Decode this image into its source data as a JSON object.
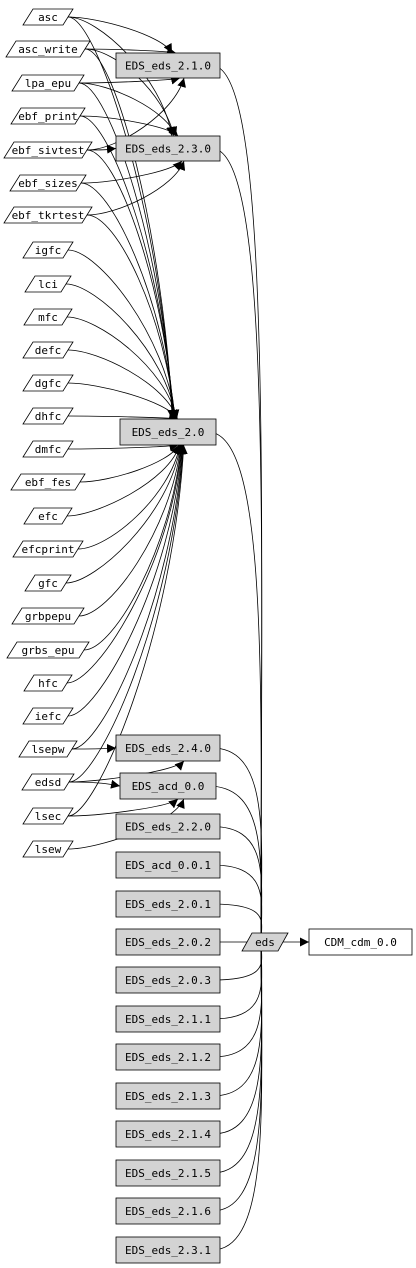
{
  "diagram": {
    "colors": {
      "box_fill": "#d3d3d3",
      "white_fill": "#ffffff",
      "stroke": "#000000"
    },
    "nodes": [
      {
        "id": "asc",
        "label": "asc",
        "shape": "parallelogram",
        "fill": "white"
      },
      {
        "id": "asc_write",
        "label": "asc_write",
        "shape": "parallelogram",
        "fill": "white"
      },
      {
        "id": "lpa_epu",
        "label": "lpa_epu",
        "shape": "parallelogram",
        "fill": "white"
      },
      {
        "id": "ebf_print",
        "label": "ebf_print",
        "shape": "parallelogram",
        "fill": "white"
      },
      {
        "id": "ebf_sivtest",
        "label": "ebf_sivtest",
        "shape": "parallelogram",
        "fill": "white"
      },
      {
        "id": "ebf_sizes",
        "label": "ebf_sizes",
        "shape": "parallelogram",
        "fill": "white"
      },
      {
        "id": "ebf_tkrtest",
        "label": "ebf_tkrtest",
        "shape": "parallelogram",
        "fill": "white"
      },
      {
        "id": "igfc",
        "label": "igfc",
        "shape": "parallelogram",
        "fill": "white"
      },
      {
        "id": "lci",
        "label": "lci",
        "shape": "parallelogram",
        "fill": "white"
      },
      {
        "id": "mfc",
        "label": "mfc",
        "shape": "parallelogram",
        "fill": "white"
      },
      {
        "id": "defc",
        "label": "defc",
        "shape": "parallelogram",
        "fill": "white"
      },
      {
        "id": "dgfc",
        "label": "dgfc",
        "shape": "parallelogram",
        "fill": "white"
      },
      {
        "id": "dhfc",
        "label": "dhfc",
        "shape": "parallelogram",
        "fill": "white"
      },
      {
        "id": "dmfc",
        "label": "dmfc",
        "shape": "parallelogram",
        "fill": "white"
      },
      {
        "id": "ebf_fes",
        "label": "ebf_fes",
        "shape": "parallelogram",
        "fill": "white"
      },
      {
        "id": "efc",
        "label": "efc",
        "shape": "parallelogram",
        "fill": "white"
      },
      {
        "id": "efcprint",
        "label": "efcprint",
        "shape": "parallelogram",
        "fill": "white"
      },
      {
        "id": "gfc",
        "label": "gfc",
        "shape": "parallelogram",
        "fill": "white"
      },
      {
        "id": "grbpepu",
        "label": "grbpepu",
        "shape": "parallelogram",
        "fill": "white"
      },
      {
        "id": "grbs_epu",
        "label": "grbs_epu",
        "shape": "parallelogram",
        "fill": "white"
      },
      {
        "id": "hfc",
        "label": "hfc",
        "shape": "parallelogram",
        "fill": "white"
      },
      {
        "id": "iefc",
        "label": "iefc",
        "shape": "parallelogram",
        "fill": "white"
      },
      {
        "id": "lsepw",
        "label": "lsepw",
        "shape": "parallelogram",
        "fill": "white"
      },
      {
        "id": "edsd",
        "label": "edsd",
        "shape": "parallelogram",
        "fill": "white"
      },
      {
        "id": "lsec",
        "label": "lsec",
        "shape": "parallelogram",
        "fill": "white"
      },
      {
        "id": "lsew",
        "label": "lsew",
        "shape": "parallelogram",
        "fill": "white"
      },
      {
        "id": "EDS_eds_2_1_0",
        "label": "EDS_eds_2.1.0",
        "shape": "box",
        "fill": "gray"
      },
      {
        "id": "EDS_eds_2_3_0",
        "label": "EDS_eds_2.3.0",
        "shape": "box",
        "fill": "gray"
      },
      {
        "id": "EDS_eds_2_0",
        "label": "EDS_eds_2.0",
        "shape": "box",
        "fill": "gray"
      },
      {
        "id": "EDS_eds_2_4_0",
        "label": "EDS_eds_2.4.0",
        "shape": "box",
        "fill": "gray"
      },
      {
        "id": "EDS_acd_0_0",
        "label": "EDS_acd_0.0",
        "shape": "box",
        "fill": "gray"
      },
      {
        "id": "EDS_eds_2_2_0",
        "label": "EDS_eds_2.2.0",
        "shape": "box",
        "fill": "gray"
      },
      {
        "id": "EDS_acd_0_0_1",
        "label": "EDS_acd_0.0.1",
        "shape": "box",
        "fill": "gray"
      },
      {
        "id": "EDS_eds_2_0_1",
        "label": "EDS_eds_2.0.1",
        "shape": "box",
        "fill": "gray"
      },
      {
        "id": "EDS_eds_2_0_2",
        "label": "EDS_eds_2.0.2",
        "shape": "box",
        "fill": "gray"
      },
      {
        "id": "EDS_eds_2_0_3",
        "label": "EDS_eds_2.0.3",
        "shape": "box",
        "fill": "gray"
      },
      {
        "id": "EDS_eds_2_1_1",
        "label": "EDS_eds_2.1.1",
        "shape": "box",
        "fill": "gray"
      },
      {
        "id": "EDS_eds_2_1_2",
        "label": "EDS_eds_2.1.2",
        "shape": "box",
        "fill": "gray"
      },
      {
        "id": "EDS_eds_2_1_3",
        "label": "EDS_eds_2.1.3",
        "shape": "box",
        "fill": "gray"
      },
      {
        "id": "EDS_eds_2_1_4",
        "label": "EDS_eds_2.1.4",
        "shape": "box",
        "fill": "gray"
      },
      {
        "id": "EDS_eds_2_1_5",
        "label": "EDS_eds_2.1.5",
        "shape": "box",
        "fill": "gray"
      },
      {
        "id": "EDS_eds_2_1_6",
        "label": "EDS_eds_2.1.6",
        "shape": "box",
        "fill": "gray"
      },
      {
        "id": "EDS_eds_2_3_1",
        "label": "EDS_eds_2.3.1",
        "shape": "box",
        "fill": "gray"
      },
      {
        "id": "eds",
        "label": "eds",
        "shape": "parallelogram",
        "fill": "gray"
      },
      {
        "id": "CDM_cdm_0_0",
        "label": "CDM_cdm_0.0",
        "shape": "box",
        "fill": "white"
      }
    ],
    "edges": [
      {
        "from": "asc",
        "to": "EDS_eds_2_1_0"
      },
      {
        "from": "asc",
        "to": "EDS_eds_2_3_0"
      },
      {
        "from": "asc",
        "to": "EDS_eds_2_0"
      },
      {
        "from": "asc_write",
        "to": "EDS_eds_2_1_0"
      },
      {
        "from": "asc_write",
        "to": "EDS_eds_2_3_0"
      },
      {
        "from": "asc_write",
        "to": "EDS_eds_2_0"
      },
      {
        "from": "lpa_epu",
        "to": "EDS_eds_2_1_0"
      },
      {
        "from": "lpa_epu",
        "to": "EDS_eds_2_3_0"
      },
      {
        "from": "lpa_epu",
        "to": "EDS_eds_2_0"
      },
      {
        "from": "ebf_print",
        "to": "EDS_eds_2_3_0"
      },
      {
        "from": "ebf_print",
        "to": "EDS_eds_2_0"
      },
      {
        "from": "ebf_sivtest",
        "to": "EDS_eds_2_1_0"
      },
      {
        "from": "ebf_sivtest",
        "to": "EDS_eds_2_3_0"
      },
      {
        "from": "ebf_sivtest",
        "to": "EDS_eds_2_0"
      },
      {
        "from": "ebf_sizes",
        "to": "EDS_eds_2_3_0"
      },
      {
        "from": "ebf_sizes",
        "to": "EDS_eds_2_0"
      },
      {
        "from": "ebf_tkrtest",
        "to": "EDS_eds_2_3_0"
      },
      {
        "from": "ebf_tkrtest",
        "to": "EDS_eds_2_0"
      },
      {
        "from": "igfc",
        "to": "EDS_eds_2_0"
      },
      {
        "from": "lci",
        "to": "EDS_eds_2_0"
      },
      {
        "from": "mfc",
        "to": "EDS_eds_2_0"
      },
      {
        "from": "defc",
        "to": "EDS_eds_2_0"
      },
      {
        "from": "dgfc",
        "to": "EDS_eds_2_0"
      },
      {
        "from": "dhfc",
        "to": "EDS_eds_2_0"
      },
      {
        "from": "dmfc",
        "to": "EDS_eds_2_0"
      },
      {
        "from": "ebf_fes",
        "to": "EDS_eds_2_0"
      },
      {
        "from": "efc",
        "to": "EDS_eds_2_0"
      },
      {
        "from": "efcprint",
        "to": "EDS_eds_2_0"
      },
      {
        "from": "gfc",
        "to": "EDS_eds_2_0"
      },
      {
        "from": "grbpepu",
        "to": "EDS_eds_2_0"
      },
      {
        "from": "grbs_epu",
        "to": "EDS_eds_2_0"
      },
      {
        "from": "hfc",
        "to": "EDS_eds_2_0"
      },
      {
        "from": "iefc",
        "to": "EDS_eds_2_0"
      },
      {
        "from": "lsepw",
        "to": "EDS_eds_2_0"
      },
      {
        "from": "lsepw",
        "to": "EDS_eds_2_4_0"
      },
      {
        "from": "edsd",
        "to": "EDS_eds_2_0"
      },
      {
        "from": "edsd",
        "to": "EDS_eds_2_4_0"
      },
      {
        "from": "edsd",
        "to": "EDS_acd_0_0"
      },
      {
        "from": "lsec",
        "to": "EDS_eds_2_0"
      },
      {
        "from": "lsec",
        "to": "EDS_acd_0_0"
      },
      {
        "from": "lsew",
        "to": "EDS_acd_0_0"
      },
      {
        "from": "EDS_eds_2_1_0",
        "to": "eds"
      },
      {
        "from": "EDS_eds_2_3_0",
        "to": "eds"
      },
      {
        "from": "EDS_eds_2_0",
        "to": "eds"
      },
      {
        "from": "EDS_eds_2_4_0",
        "to": "eds"
      },
      {
        "from": "EDS_acd_0_0",
        "to": "eds"
      },
      {
        "from": "EDS_eds_2_2_0",
        "to": "eds"
      },
      {
        "from": "EDS_acd_0_0_1",
        "to": "eds"
      },
      {
        "from": "EDS_eds_2_0_1",
        "to": "eds"
      },
      {
        "from": "EDS_eds_2_0_2",
        "to": "eds"
      },
      {
        "from": "EDS_eds_2_0_3",
        "to": "eds"
      },
      {
        "from": "EDS_eds_2_1_1",
        "to": "eds"
      },
      {
        "from": "EDS_eds_2_1_2",
        "to": "eds"
      },
      {
        "from": "EDS_eds_2_1_3",
        "to": "eds"
      },
      {
        "from": "EDS_eds_2_1_4",
        "to": "eds"
      },
      {
        "from": "EDS_eds_2_1_5",
        "to": "eds"
      },
      {
        "from": "EDS_eds_2_1_6",
        "to": "eds"
      },
      {
        "from": "EDS_eds_2_3_1",
        "to": "eds"
      },
      {
        "from": "eds",
        "to": "CDM_cdm_0_0"
      }
    ]
  }
}
